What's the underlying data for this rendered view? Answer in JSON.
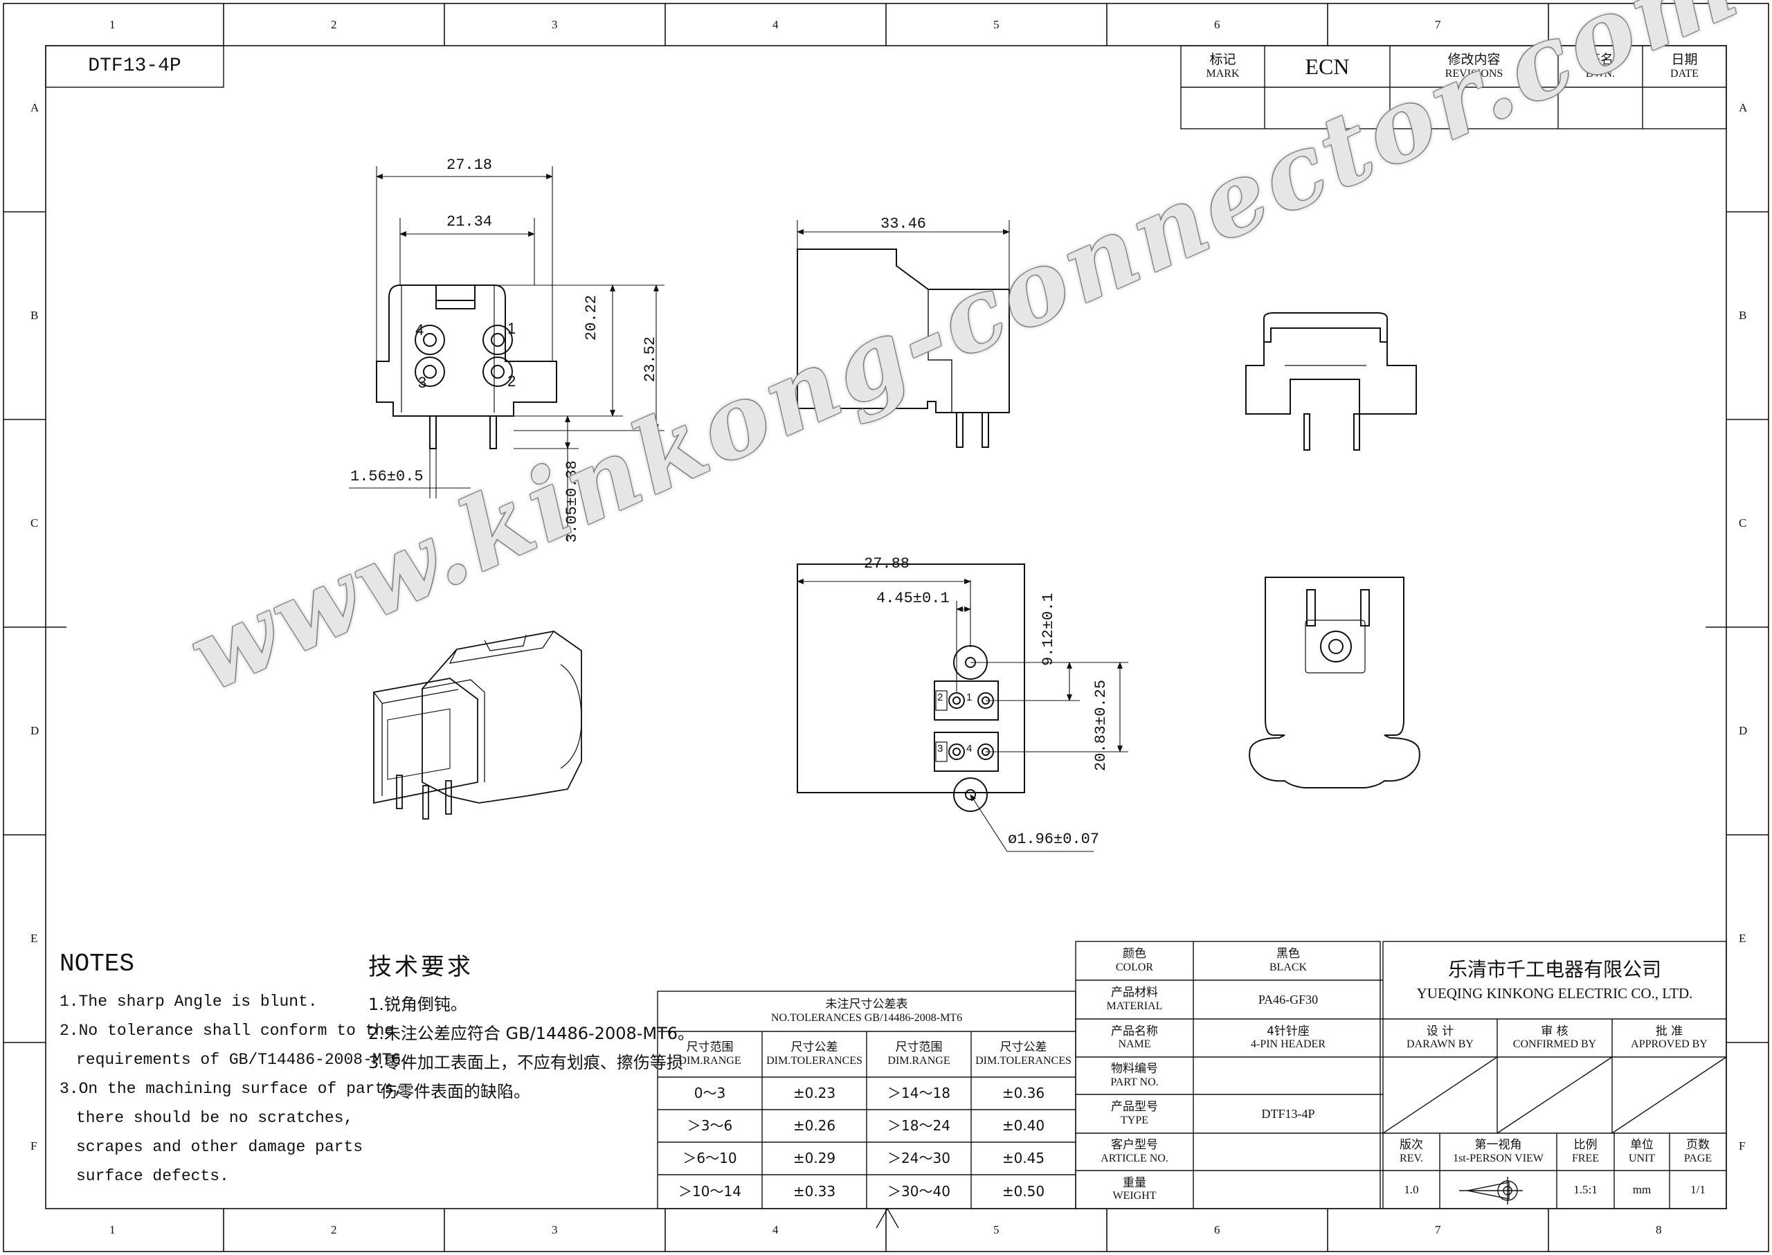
{
  "title_box": {
    "part": "DTF13-4P"
  },
  "grid": {
    "columns": [
      "1",
      "2",
      "3",
      "4",
      "5",
      "6",
      "7",
      "8"
    ],
    "rows": [
      "A",
      "B",
      "C",
      "D",
      "E",
      "F"
    ]
  },
  "revision_block": {
    "mark_cn": "标记",
    "mark_en": "MARK",
    "ecn": "ECN",
    "revisions_cn": "修改内容",
    "revisions_en": "REVISIONS",
    "dwn_cn": "签名",
    "dwn_en": "DWN.",
    "date_cn": "日期",
    "date_en": "DATE"
  },
  "dimensions": {
    "front_width_outer": "27.18",
    "front_width_inner": "21.34",
    "front_height_inner": "20.22",
    "front_height_outer": "23.52",
    "pin_pitch": "1.56±0.5",
    "pin_length": "3.05±0.38",
    "side_length": "33.46",
    "bottom_length": "27.88",
    "bottom_offset": "4.45±0.1",
    "bottom_peg": "9.12±0.1",
    "bottom_span": "20.83±0.25",
    "hole_dia": "ø1.96±0.07"
  },
  "pin_labels": {
    "p1": "1",
    "p2": "2",
    "p3": "3",
    "p4": "4"
  },
  "watermark": "www.kinkong-connector.com",
  "notes": {
    "heading": "NOTES",
    "items": [
      "1.The sharp Angle is blunt.",
      "2.No tolerance shall conform to the",
      "requirements of GB/T14486-2008-MT6.",
      "3.On the machining surface of parts,",
      "there should be no scratches,",
      "scrapes and other damage parts",
      "surface defects."
    ]
  },
  "tech_req": {
    "heading": "技术要求",
    "items": [
      "1.锐角倒钝。",
      "2.未注公差应符合 GB/14486-2008-MT6。",
      "3.零件加工表面上，不应有划痕、擦伤等损",
      "伤零件表面的缺陷。"
    ]
  },
  "tolerance_table": {
    "title_cn": "未注尺寸公差表",
    "title_en": "NO.TOLERANCES GB/14486-2008-MT6",
    "headers": [
      {
        "cn": "尺寸范围",
        "en": "DIM.RANGE"
      },
      {
        "cn": "尺寸公差",
        "en": "DIM.TOLERANCES"
      },
      {
        "cn": "尺寸范围",
        "en": "DIM.RANGE"
      },
      {
        "cn": "尺寸公差",
        "en": "DIM.TOLERANCES"
      }
    ],
    "rows": [
      [
        "0～3",
        "±0.23",
        "＞14～18",
        "±0.36"
      ],
      [
        "＞3～6",
        "±0.26",
        "＞18～24",
        "±0.40"
      ],
      [
        "＞6～10",
        "±0.29",
        "＞24～30",
        "±0.45"
      ],
      [
        "＞10～14",
        "±0.33",
        "＞30～40",
        "±0.50"
      ]
    ]
  },
  "spec": {
    "color_cn": "颜色",
    "color_en": "COLOR",
    "color_val_cn": "黑色",
    "color_val_en": "BLACK",
    "material_cn": "产品材料",
    "material_en": "MATERIAL",
    "material_val": "PA46-GF30",
    "name_cn": "产品名称",
    "name_en": "NAME",
    "name_val_cn": "4针针座",
    "name_val_en": "4-PIN HEADER",
    "partno_cn": "物料编号",
    "partno_en": "PART NO.",
    "partno_val": "",
    "type_cn": "产品型号",
    "type_en": "TYPE",
    "type_val": "DTF13-4P",
    "article_cn": "客户型号",
    "article_en": "ARTICLE NO.",
    "article_val": "",
    "weight_cn": "重量",
    "weight_en": "WEIGHT",
    "weight_val": ""
  },
  "company": {
    "name_cn": "乐清市千工电器有限公司",
    "name_en": "YUEQING KINKONG ELECTRIC CO., LTD."
  },
  "approval": {
    "design_cn": "设 计",
    "design_en": "DARAWN BY",
    "check_cn": "审 核",
    "check_en": "CONFIRMED BY",
    "approve_cn": "批 准",
    "approve_en": "APPROVED BY"
  },
  "footer": {
    "rev_cn": "版次",
    "rev_en": "REV.",
    "rev_val": "1.0",
    "view_cn": "第一视角",
    "view_en": "1st-PERSON VIEW",
    "scale_cn": "比例",
    "scale_en": "FREE",
    "scale_val": "1.5:1",
    "unit_cn": "单位",
    "unit_en": "UNIT",
    "unit_val": "mm",
    "page_cn": "页数",
    "page_en": "PAGE",
    "page_val": "1/1"
  }
}
